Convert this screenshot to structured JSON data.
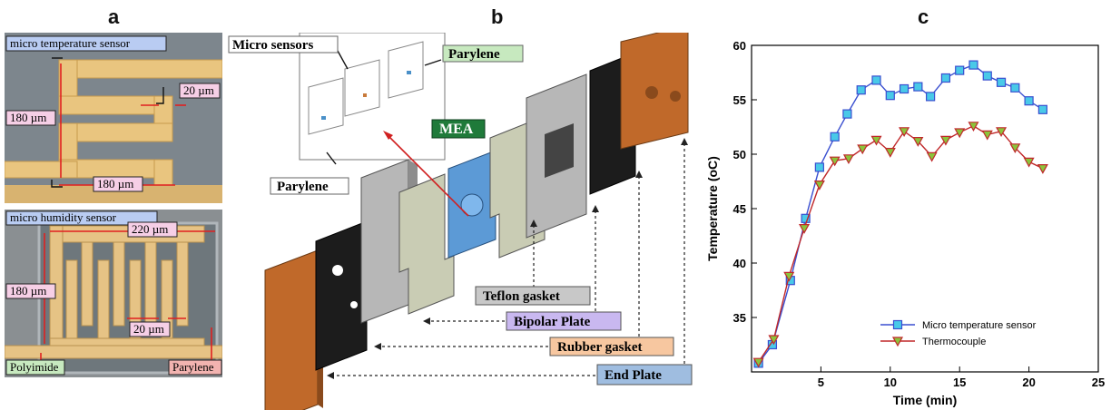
{
  "panels": {
    "a": {
      "letter": "a",
      "top_title": "micro temperature sensor",
      "bottom_title": "micro humidity sensor",
      "top_labels": {
        "left_height": "180 µm",
        "gap": "20 µm",
        "bottom_width": "180 µm"
      },
      "bottom_labels": {
        "top_width": "220 µm",
        "left_height": "180 µm",
        "gap": "20 µm",
        "polyimide": "Polyimide",
        "parylene": "Parylene"
      }
    },
    "b": {
      "letter": "b",
      "labels": {
        "micro_sensors": "Micro sensors",
        "parylene_top": "Parylene",
        "parylene_left": "Parylene",
        "mea": "MEA",
        "teflon_gasket": "Teflon gasket",
        "bipolar_plate": "Bipolar Plate",
        "rubber_gasket": "Rubber gasket",
        "end_plate": "End Plate"
      }
    },
    "c": {
      "letter": "c"
    }
  },
  "colors": {
    "sensor_bg": "#76808a",
    "gold": "#e8c27c",
    "blue_label": "#b9ccf2",
    "pink_label": "#f6cfe6",
    "green_label": "#c7e9bf",
    "red_label": "#f2b3b0",
    "teflon_label": "#c8c8c8",
    "bipolar_label": "#c9b8f0",
    "rubber_label": "#f7c7a0",
    "endplate_label": "#9fbde0",
    "mea_label": "#1f7a3a",
    "copper": "#c06a2a",
    "series_micro": "#3a4fd0",
    "series_thermo": "#c0282a",
    "marker_micro": "#49c9e8",
    "marker_thermo": "#8bc43b"
  },
  "chart_data": {
    "type": "line",
    "title": "",
    "xlabel": "Time (min)",
    "ylabel": "Temperature (oC)",
    "xlim": [
      0,
      25
    ],
    "ylim": [
      30,
      60
    ],
    "xticks": [
      0,
      5,
      10,
      15,
      20,
      25
    ],
    "xtick_labels": [
      "",
      "5",
      "10",
      "15",
      "20",
      "25"
    ],
    "yticks": [
      35,
      40,
      45,
      50,
      55,
      60
    ],
    "grid": false,
    "legend_position": "bottom-right",
    "series": [
      {
        "name": "Micro temperature sensor",
        "marker": "square",
        "x": [
          0.5,
          1.5,
          2.8,
          3.9,
          4.9,
          6.0,
          6.9,
          7.9,
          9.0,
          10.0,
          11.0,
          12.0,
          12.9,
          14.0,
          15.0,
          16.0,
          17.0,
          18.0,
          19.0,
          20.0,
          21.0
        ],
        "values": [
          30.8,
          32.5,
          38.4,
          44.1,
          48.8,
          51.6,
          53.7,
          55.9,
          56.8,
          55.4,
          56.0,
          56.2,
          55.3,
          57.0,
          57.7,
          58.2,
          57.2,
          56.6,
          56.1,
          54.9,
          54.1
        ]
      },
      {
        "name": "Thermocouple",
        "marker": "triangle-down",
        "x": [
          0.5,
          1.6,
          2.7,
          3.8,
          4.9,
          6.0,
          7.0,
          8.0,
          9.0,
          10.0,
          11.0,
          12.0,
          13.0,
          14.0,
          15.0,
          16.0,
          17.0,
          18.0,
          19.0,
          20.0,
          21.0
        ],
        "values": [
          30.9,
          33.0,
          38.8,
          43.2,
          47.2,
          49.4,
          49.6,
          50.5,
          51.3,
          50.2,
          52.1,
          51.2,
          49.8,
          51.3,
          52.0,
          52.6,
          51.8,
          52.1,
          50.6,
          49.3,
          48.7
        ]
      }
    ]
  }
}
